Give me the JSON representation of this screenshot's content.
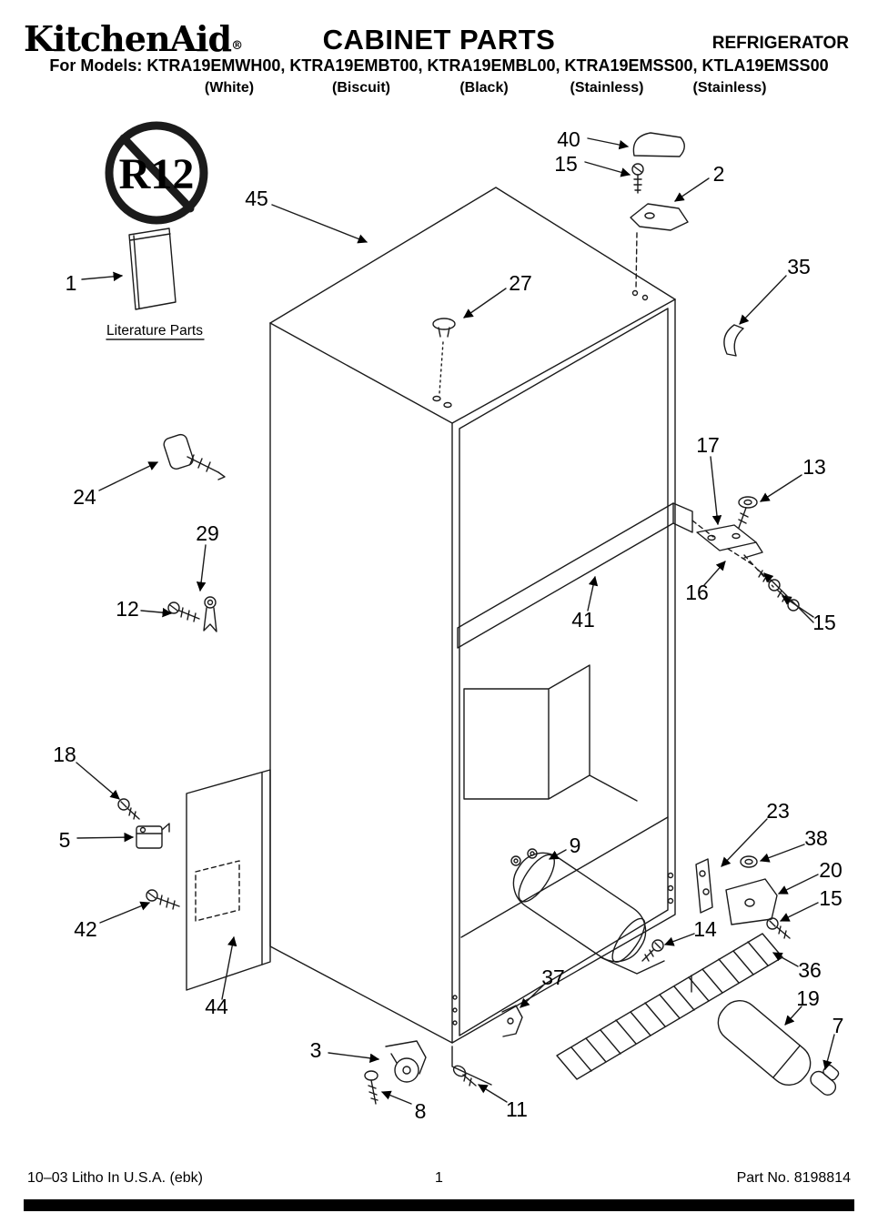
{
  "header": {
    "brand": "KitchenAid",
    "brand_reg": "®",
    "title": "CABINET PARTS",
    "category": "REFRIGERATOR",
    "models_line": "For Models: KTRA19EMWH00, KTRA19EMBT00, KTRA19EMBL00, KTRA19EMSS00, KTLA19EMSS00",
    "colors": [
      "(White)",
      "(Biscuit)",
      "(Black)",
      "(Stainless)",
      "(Stainless)"
    ]
  },
  "diagram": {
    "no_r12_label": "R12",
    "literature_label": "Literature Parts",
    "callouts": {
      "c1": {
        "label": "1"
      },
      "c2": {
        "label": "2"
      },
      "c3": {
        "label": "3"
      },
      "c5": {
        "label": "5"
      },
      "c7": {
        "label": "7"
      },
      "c8": {
        "label": "8"
      },
      "c9": {
        "label": "9"
      },
      "c11": {
        "label": "11"
      },
      "c12": {
        "label": "12"
      },
      "c13": {
        "label": "13"
      },
      "c14": {
        "label": "14"
      },
      "c15a": {
        "label": "15"
      },
      "c15b": {
        "label": "15"
      },
      "c15c": {
        "label": "15"
      },
      "c16": {
        "label": "16"
      },
      "c17": {
        "label": "17"
      },
      "c18": {
        "label": "18"
      },
      "c19": {
        "label": "19"
      },
      "c20": {
        "label": "20"
      },
      "c23": {
        "label": "23"
      },
      "c24": {
        "label": "24"
      },
      "c27": {
        "label": "27"
      },
      "c29": {
        "label": "29"
      },
      "c35": {
        "label": "35"
      },
      "c36": {
        "label": "36"
      },
      "c37": {
        "label": "37"
      },
      "c38": {
        "label": "38"
      },
      "c40": {
        "label": "40"
      },
      "c41": {
        "label": "41"
      },
      "c42": {
        "label": "42"
      },
      "c44": {
        "label": "44"
      },
      "c45": {
        "label": "45"
      }
    }
  },
  "footer": {
    "left": "10–03 Litho In U.S.A. (ebk)",
    "page": "1",
    "right": "Part No. 8198814"
  }
}
